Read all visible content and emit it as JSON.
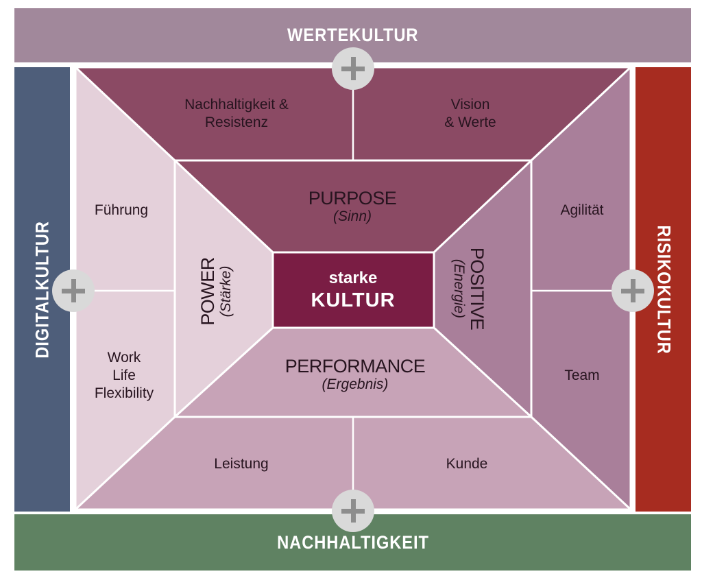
{
  "palette": {
    "background": "#ffffff",
    "bar_top": "#a1889b",
    "bar_left": "#4e5e7a",
    "bar_right": "#a72c20",
    "bar_bottom": "#5f8262",
    "zone_dark_maroon": "#8b4a64",
    "zone_light_pink": "#e4d0da",
    "zone_mauve": "#a97f9a",
    "zone_medium_pink": "#c7a3b7",
    "center_burgundy": "#7a1d44",
    "divider_white": "#ffffff",
    "plus_circle_bg": "#d9d9d9",
    "plus_glyph": "#8d8d8d",
    "label_text": "#27141f",
    "header_text": "#ffffff"
  },
  "bars": {
    "top": {
      "label": "WERTEKULTUR"
    },
    "left": {
      "label": "DIGITALKULTUR"
    },
    "right": {
      "label": "RISIKOKULTUR"
    },
    "bottom": {
      "label": "NACHHALTIGKEIT"
    }
  },
  "center": {
    "line1": "starke",
    "line2": "KULTUR"
  },
  "inner_zones": {
    "purpose": {
      "title": "PURPOSE",
      "subtitle": "(Sinn)"
    },
    "power": {
      "title": "POWER",
      "subtitle": "(Stärke)"
    },
    "positive": {
      "title": "POSITIVE",
      "subtitle": "(Energie)"
    },
    "performance": {
      "title": "PERFORMANCE",
      "subtitle": "(Ergebnis)"
    }
  },
  "outer_labels": {
    "top_left": "Nachhaltigkeit &\nResistenz",
    "top_right": "Vision\n& Werte",
    "left_top": "Führung",
    "left_bottom": "Work\nLife\nFlexibility",
    "right_top": "Agilität",
    "right_bottom": "Team",
    "bottom_left": "Leistung",
    "bottom_right": "Kunde"
  },
  "icons": {
    "expand_button": "plus"
  }
}
